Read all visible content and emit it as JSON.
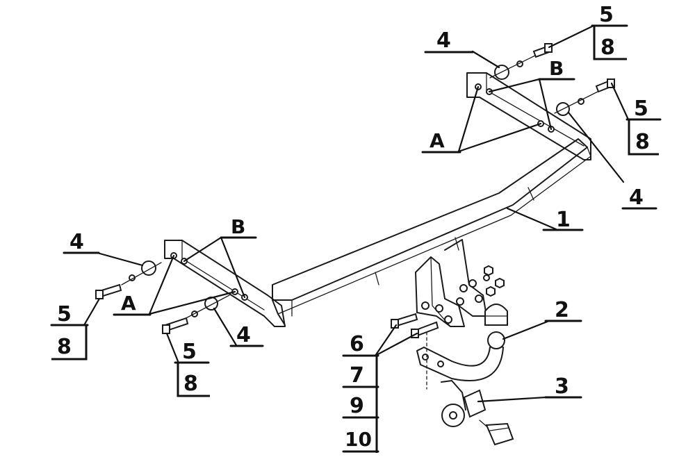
{
  "labels": {
    "part_1": "1",
    "part_2": "2",
    "part_3": "3",
    "part_4": "4",
    "part_5": "5",
    "part_6": "6",
    "part_7": "7",
    "part_8": "8",
    "part_9": "9",
    "part_10": "10",
    "point_a": "A",
    "point_b": "B"
  }
}
